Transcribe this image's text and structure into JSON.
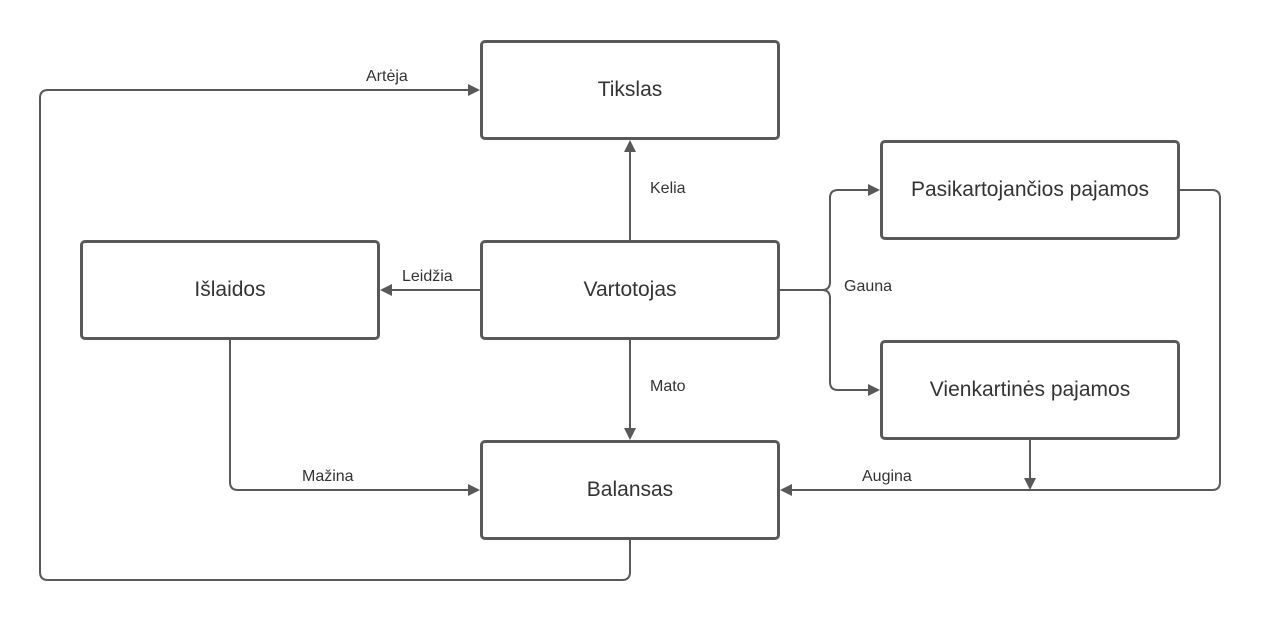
{
  "nodes": {
    "tikslas": "Tikslas",
    "islaidos": "Išlaidos",
    "vartotojas": "Vartotojas",
    "pasikartojancios": "Pasikartojančios pajamos",
    "vienkartines": "Vienkartinės pajamos",
    "balansas": "Balansas"
  },
  "edges": {
    "arteja": "Artėja",
    "kelia": "Kelia",
    "leidzia": "Leidžia",
    "gauna": "Gauna",
    "mato": "Mato",
    "mazina": "Mažina",
    "augina": "Augina"
  },
  "colors": {
    "line": "#595959",
    "text": "#333333"
  }
}
